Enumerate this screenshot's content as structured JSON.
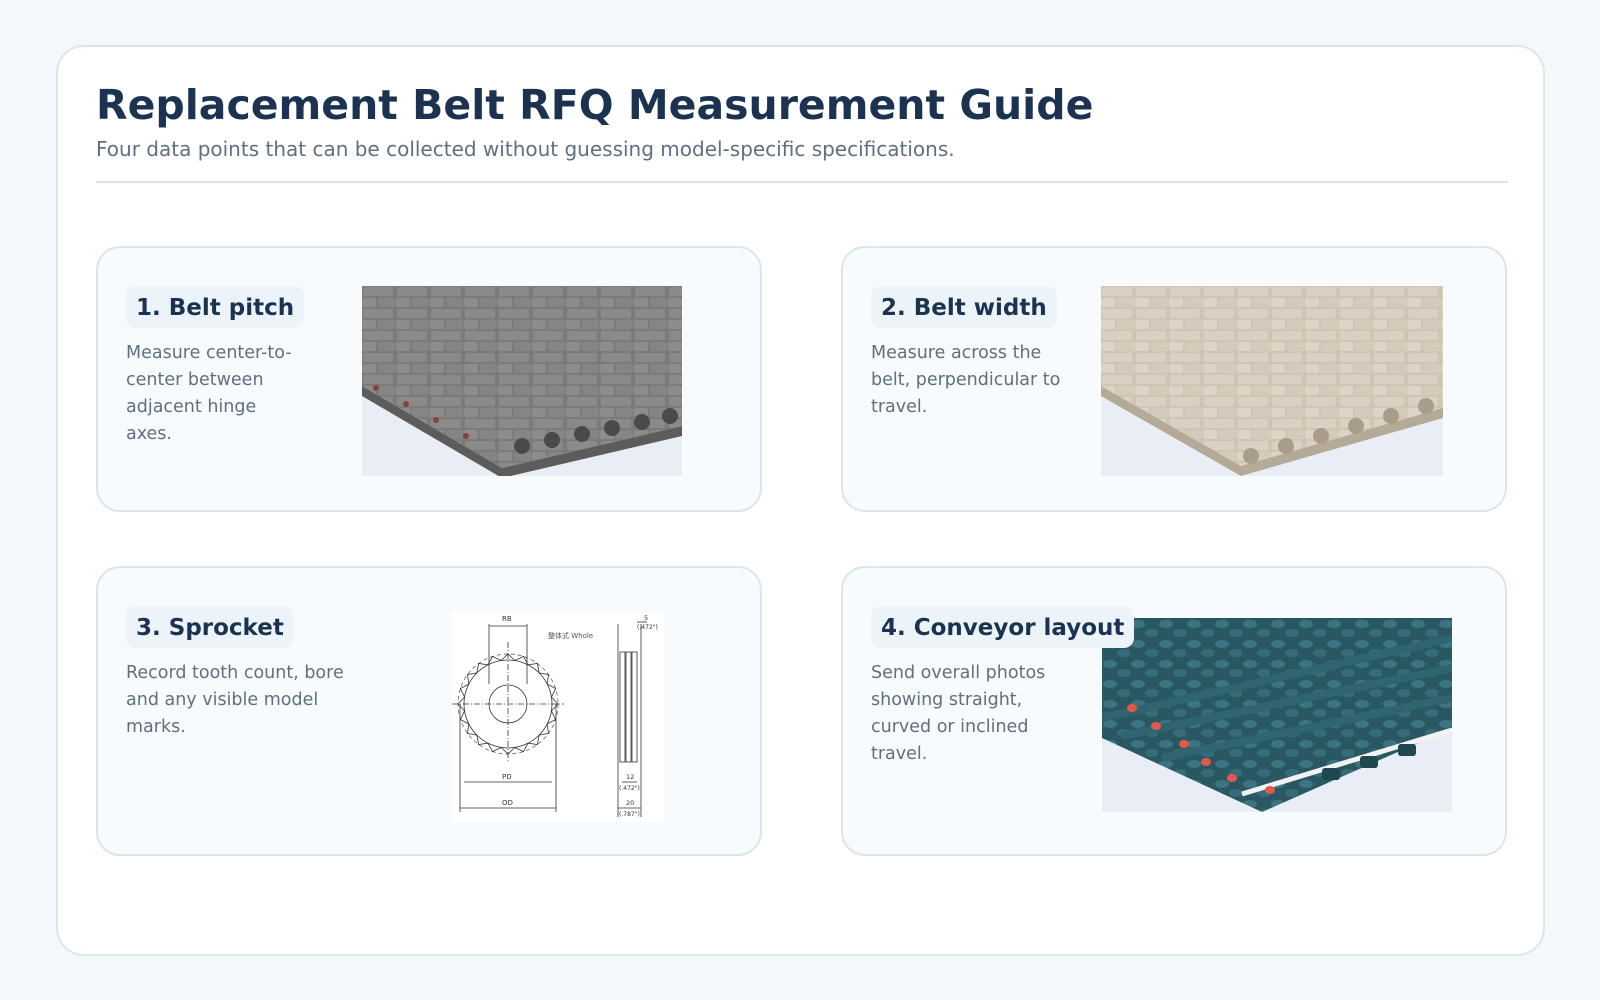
{
  "page": {
    "title": "Replacement Belt RFQ Measurement Guide",
    "subtitle": "Four data points that can be collected without guessing model-specific specifications."
  },
  "cards": [
    {
      "heading": "1. Belt pitch",
      "description": "Measure center-to-center between adjacent hinge axes.",
      "image": "belt-pitch-photo",
      "color": "#7b7b7b"
    },
    {
      "heading": "2. Belt width",
      "description": "Measure across the belt, perpendicular to travel.",
      "image": "belt-width-photo",
      "color": "#cfc5b5"
    },
    {
      "heading": "3. Sprocket",
      "description": "Record tooth count, bore and any visible model marks.",
      "image": "sprocket-drawing",
      "drawing": {
        "rb": "RB",
        "whole": "整体式   Whole",
        "dim_5": "5",
        "dim_5_in": "(.472\")",
        "pd": "PD",
        "od": "OD",
        "dim_12": "12",
        "dim_12_in": "(.472\")",
        "dim_20": "20",
        "dim_20_in": "(.787\")"
      }
    },
    {
      "heading": "4. Conveyor layout",
      "description": "Send overall photos showing straight, curved or inclined travel.",
      "image": "conveyor-layout-photo",
      "color": "#2f6470"
    }
  ],
  "colors": {
    "heading": "#1b3350",
    "body_text": "#5f6f80",
    "border": "#dbe6ea",
    "card_bg": "#f8fbfd",
    "pill_bg": "#ecf3f9"
  }
}
